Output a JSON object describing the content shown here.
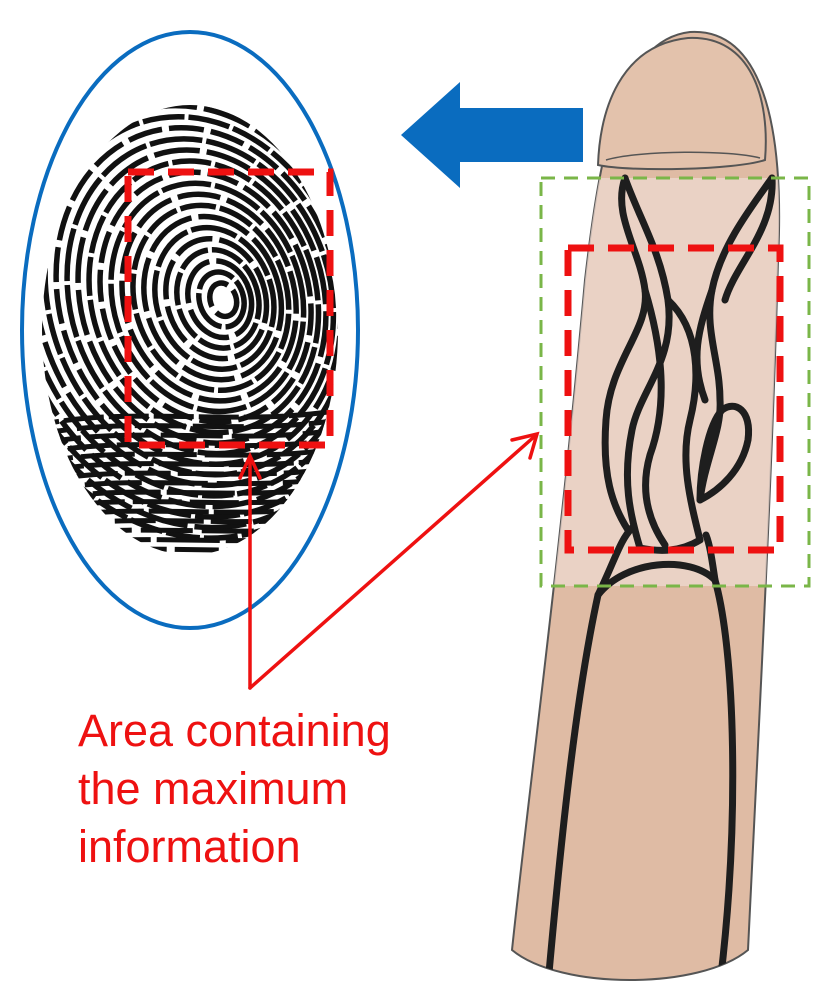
{
  "annotation": {
    "lines": [
      "Area containing",
      "the maximum",
      "information"
    ]
  },
  "colors": {
    "annotation_red": "#ee1111",
    "ellipse_blue": "#0a6cbf",
    "arrow_blue": "#0a6cbf",
    "finger_skin": "#dfbba4",
    "finger_outline": "#555555",
    "vein": "#1e1e1e",
    "scan_region_green": "#7ab648",
    "scan_region_fill": "#eedad0",
    "fingerprint_ridge": "#111111"
  },
  "icons": {
    "fingerprint": "fingerprint-icon",
    "finger": "finger-icon",
    "direction_arrow": "arrow-left-icon"
  }
}
